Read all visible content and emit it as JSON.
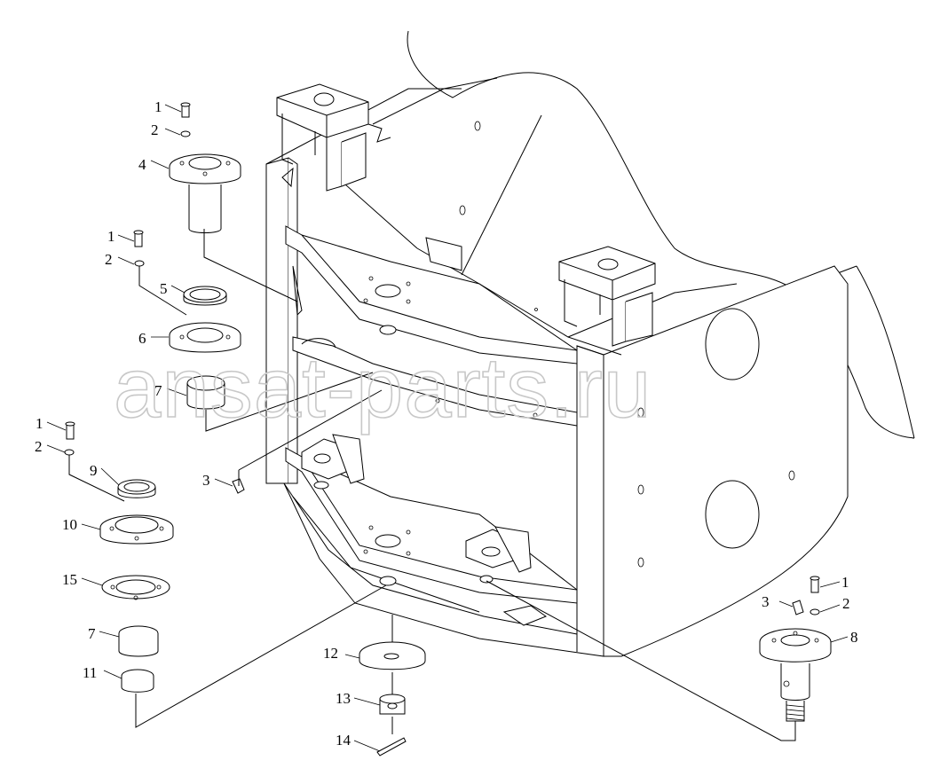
{
  "watermark": "ansat-parts.ru",
  "callouts": {
    "c1a": "1",
    "c2a": "2",
    "c4": "4",
    "c1b": "1",
    "c2b": "2",
    "c5": "5",
    "c6": "6",
    "c7a": "7",
    "c3a": "3",
    "c1c": "1",
    "c2c": "2",
    "c9": "9",
    "c10": "10",
    "c15": "15",
    "c7b": "7",
    "c11": "11",
    "c12": "12",
    "c13": "13",
    "c14": "14",
    "c1d": "1",
    "c2d": "2",
    "c3b": "3",
    "c8": "8"
  }
}
